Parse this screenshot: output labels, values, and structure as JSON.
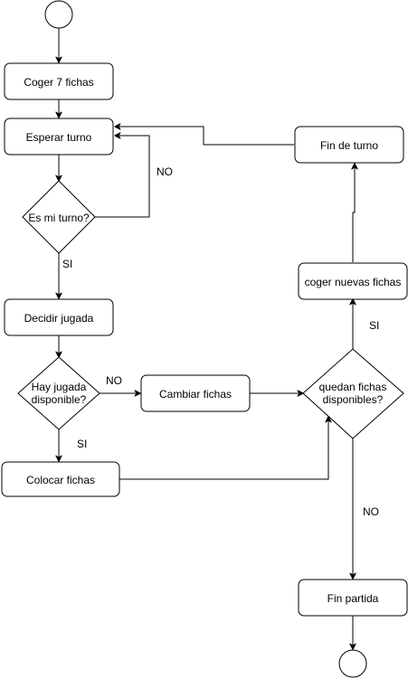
{
  "nodes": {
    "start": {
      "label": ""
    },
    "coger7": {
      "label": "Coger 7 fichas"
    },
    "esperar": {
      "label": "Esperar turno"
    },
    "esMiTurno": {
      "label": "Es mi turno?"
    },
    "decidir": {
      "label": "Decidir jugada"
    },
    "hayJugada": {
      "line1": "Hay jugada",
      "line2": "disponible?"
    },
    "cambiar": {
      "label": "Cambiar fichas"
    },
    "colocar": {
      "label": "Colocar fichas"
    },
    "quedan": {
      "line1": "quedan fichas",
      "line2": "disponibles?"
    },
    "cogerNuevas": {
      "label": "coger nuevas fichas"
    },
    "finTurno": {
      "label": "Fin de turno"
    },
    "finPartida": {
      "label": "Fin partida"
    },
    "end": {
      "label": ""
    }
  },
  "edge_labels": {
    "no_turno": "NO",
    "si_turno": "SI",
    "no_jugada": "NO",
    "si_jugada": "SI",
    "si_quedan": "SI",
    "no_quedan": "NO"
  }
}
